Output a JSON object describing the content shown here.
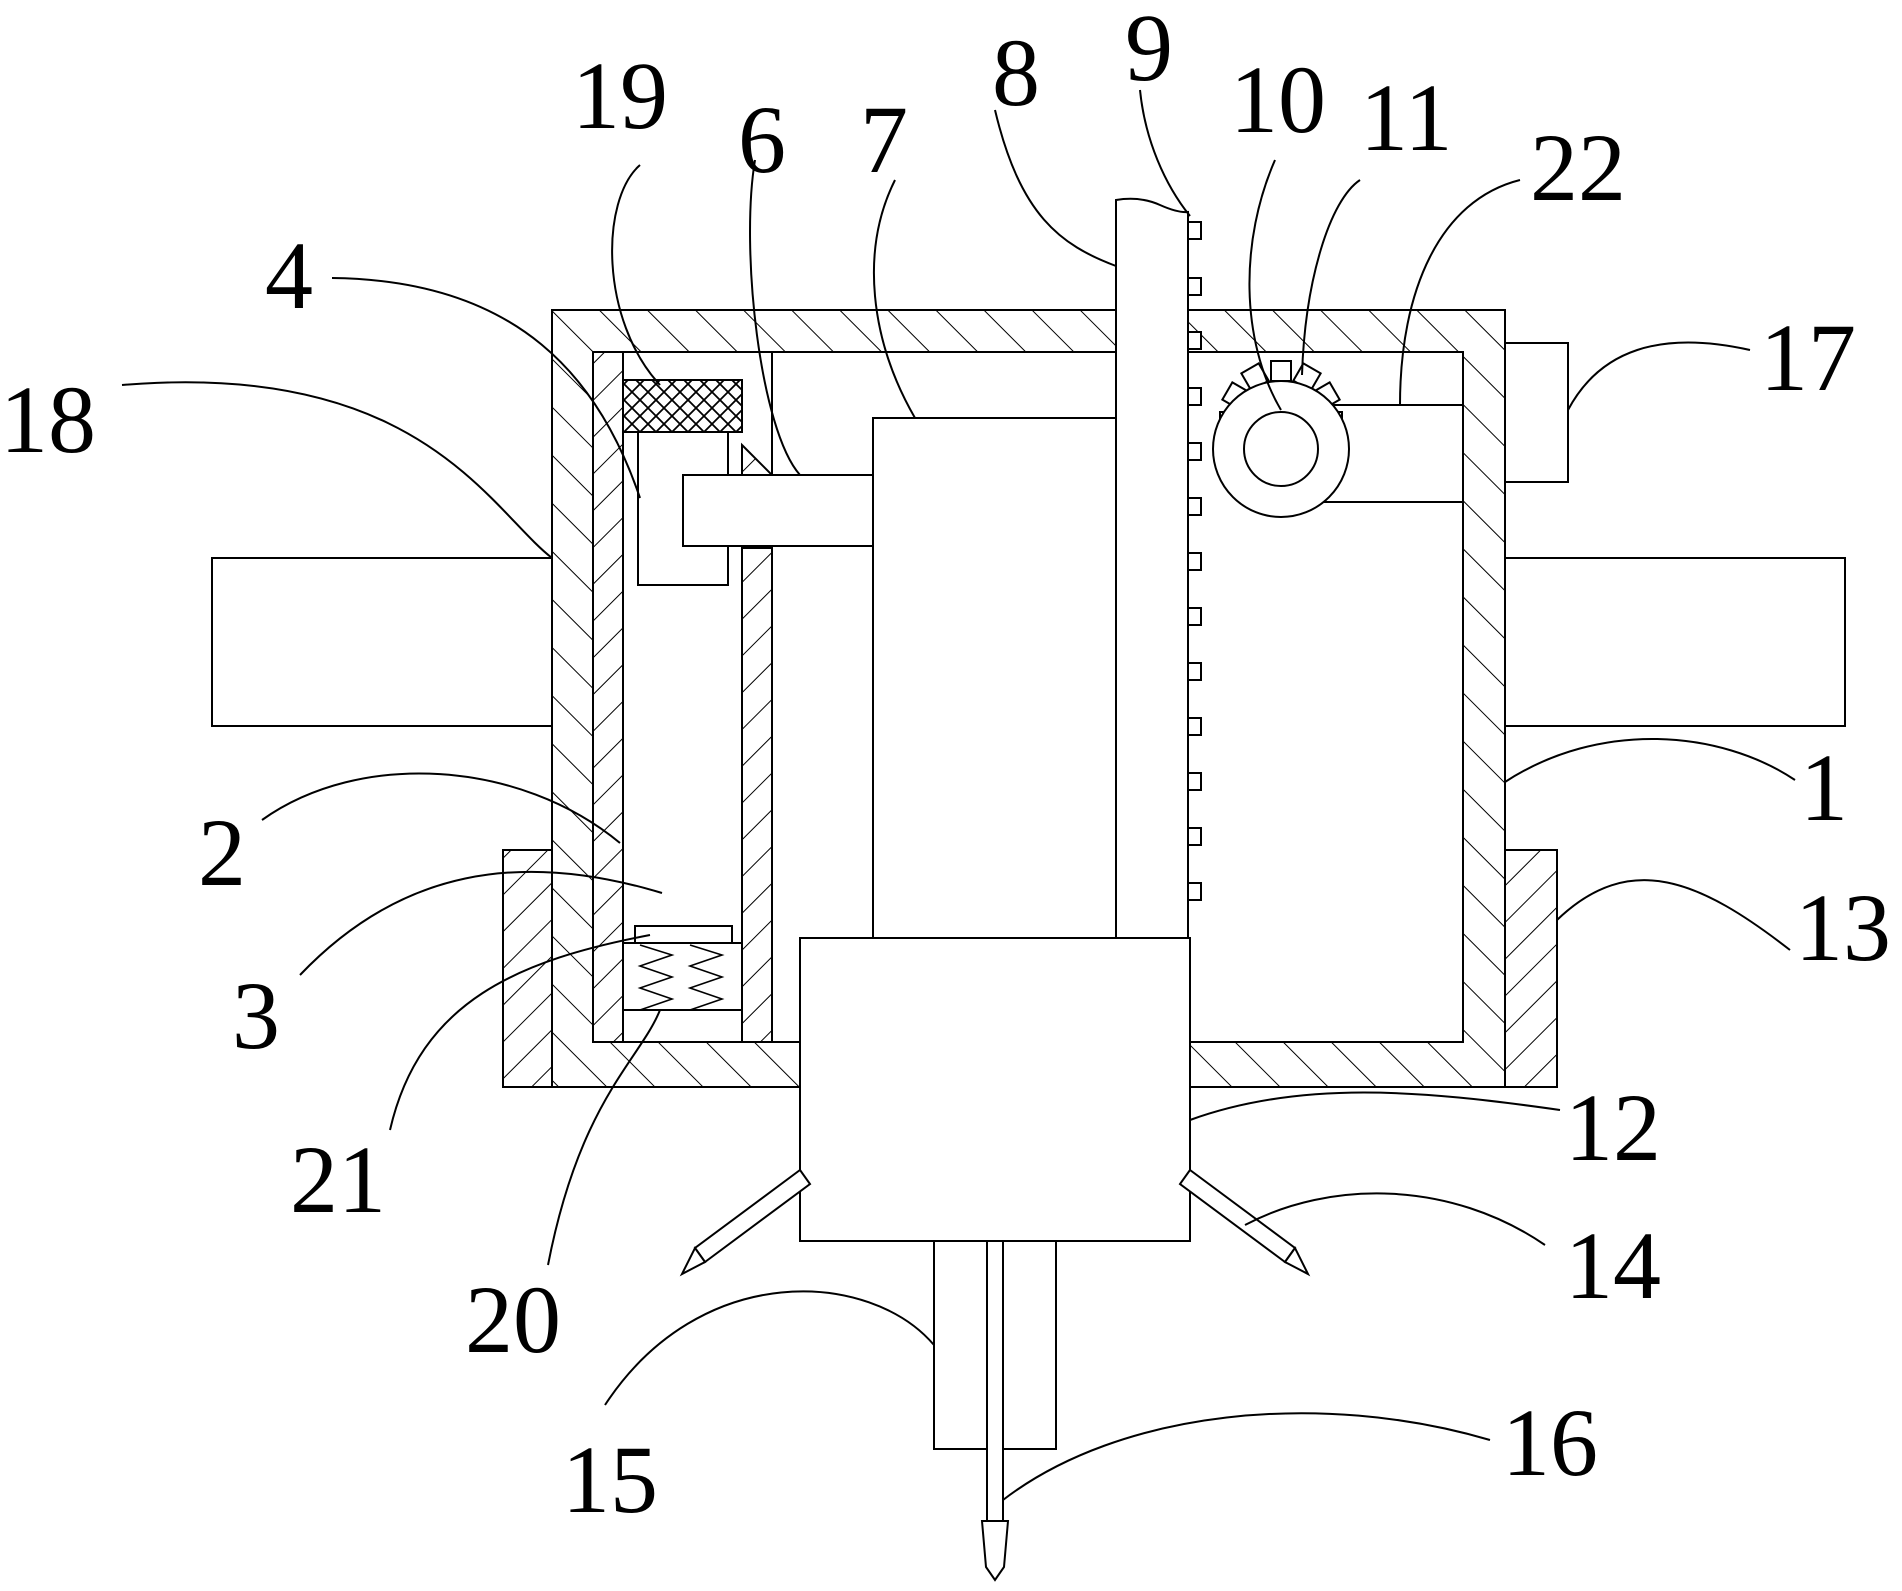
{
  "labels": {
    "l1": "1",
    "l2": "2",
    "l3": "3",
    "l4": "4",
    "l6": "6",
    "l7": "7",
    "l8": "8",
    "l9": "9",
    "l10": "10",
    "l11": "11",
    "l12": "12",
    "l13": "13",
    "l14": "14",
    "l15": "15",
    "l16": "16",
    "l17": "17",
    "l18": "18",
    "l19": "19",
    "l20": "20",
    "l21": "21",
    "l22": "22"
  },
  "colors": {
    "line": "#000000",
    "background": "#ffffff"
  }
}
